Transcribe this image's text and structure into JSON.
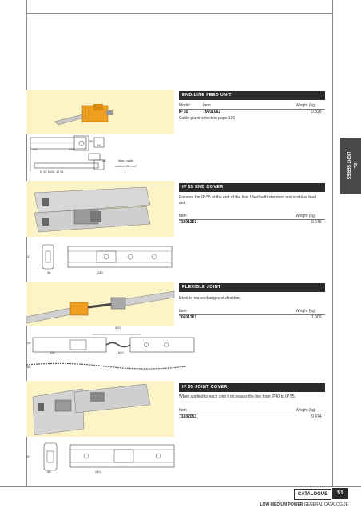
{
  "page": {
    "number": "51",
    "catalogue_label": "CATALOGUE",
    "footer_bold": "LOW-MEDIUM POWER",
    "footer_rest": " GENERAL CATALOGUE"
  },
  "side_tab": {
    "line1": "SL",
    "line2": "LIGHT SERIES"
  },
  "sections": [
    {
      "title": "END-LINE FEED UNIT",
      "table": {
        "headers": [
          "Model",
          "Item",
          "Weight (kg)"
        ],
        "row": [
          "IP 55",
          "70601062",
          "0.826"
        ]
      },
      "note": "Cable gland selection page 136",
      "dims": {
        "d1": "150",
        "d2": "216",
        "d3": "55",
        "d4": "53",
        "d5": "28",
        "d6": "Max. cable",
        "d7": "section 25 mm²",
        "d8": "Ø 3÷ MAX. Ø 35"
      }
    },
    {
      "title": "IP 55 END COVER",
      "description": "Ensures the IP 55 at the end of the line. Used with standard and end-line feed unit.",
      "table": {
        "headers": [
          "Item",
          "Weight (kg)"
        ],
        "row": [
          "71001351",
          "0.570"
        ]
      },
      "dims": {
        "d1": "41",
        "d2": "56",
        "d3": "240"
      }
    },
    {
      "title": "FLEXIBLE JOINT",
      "description": "Used to make changes of direction.",
      "table": {
        "headers": [
          "Item",
          "Weight (kg)"
        ],
        "row": [
          "70601261",
          "1.900"
        ]
      },
      "dims": {
        "d1": "300",
        "d2": "28",
        "d3": "150",
        "d4": "840",
        "d5": "60"
      }
    },
    {
      "title": "IP 55 JOINT COVER",
      "description": "When applied to each joint it increases the line from IP40 to IP 55.",
      "table": {
        "headers": [
          "Item",
          "Weight (kg)"
        ],
        "row": [
          "71002051",
          "0.474"
        ]
      },
      "dims": {
        "d1": "67",
        "d2": "56",
        "d3": "240"
      }
    }
  ],
  "colors": {
    "panel": "#fcf3c6",
    "header": "#2b2b2b",
    "accent": "#f0a020",
    "tab": "#4a4a4a"
  }
}
